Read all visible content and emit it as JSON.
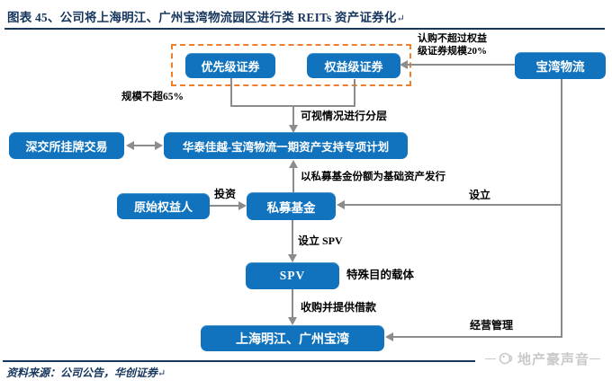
{
  "title": {
    "text": "图表 45、公司将上海明江、广州宝湾物流园区进行类 REITs 资产证券化",
    "return_mark": "↵"
  },
  "colors": {
    "node_blue": "#1173BE",
    "dashed_orange": "#F07E2A",
    "arrow_gray": "#8C8C8C",
    "navy": "#17365D",
    "watermark_gray": "#C9C9C9"
  },
  "diagram": {
    "nodes": {
      "senior": "优先级证券",
      "equity": "权益级证券",
      "baowan": "宝湾物流",
      "szse": "深交所挂牌交易",
      "plan": "华泰佳越-宝湾物流一期资产支持专项计划",
      "holder": "原始权益人",
      "fund": "私募基金",
      "spv": "SPV",
      "assets": "上海明江、广州宝湾"
    },
    "labels": {
      "subscribe_line1": "认购不超过权益",
      "subscribe_line2": "级证券规模20%",
      "scale_cap": "规模不超65%",
      "tranche": "可视情况进行分层",
      "issue_basis": "以私募基金份额为基础资产发行",
      "invest": "投资",
      "establish": "设立",
      "establish_spv": "设立 SPV",
      "spv_note": "特殊目的载体",
      "acquire_loan": "收购并提供借款",
      "operate": "经营管理"
    }
  },
  "footer": {
    "source": "资料来源：公司公告，华创证券",
    "return_mark": "↵"
  },
  "watermark": {
    "text": "地产豪声音",
    "icon": "speaker-icon"
  }
}
